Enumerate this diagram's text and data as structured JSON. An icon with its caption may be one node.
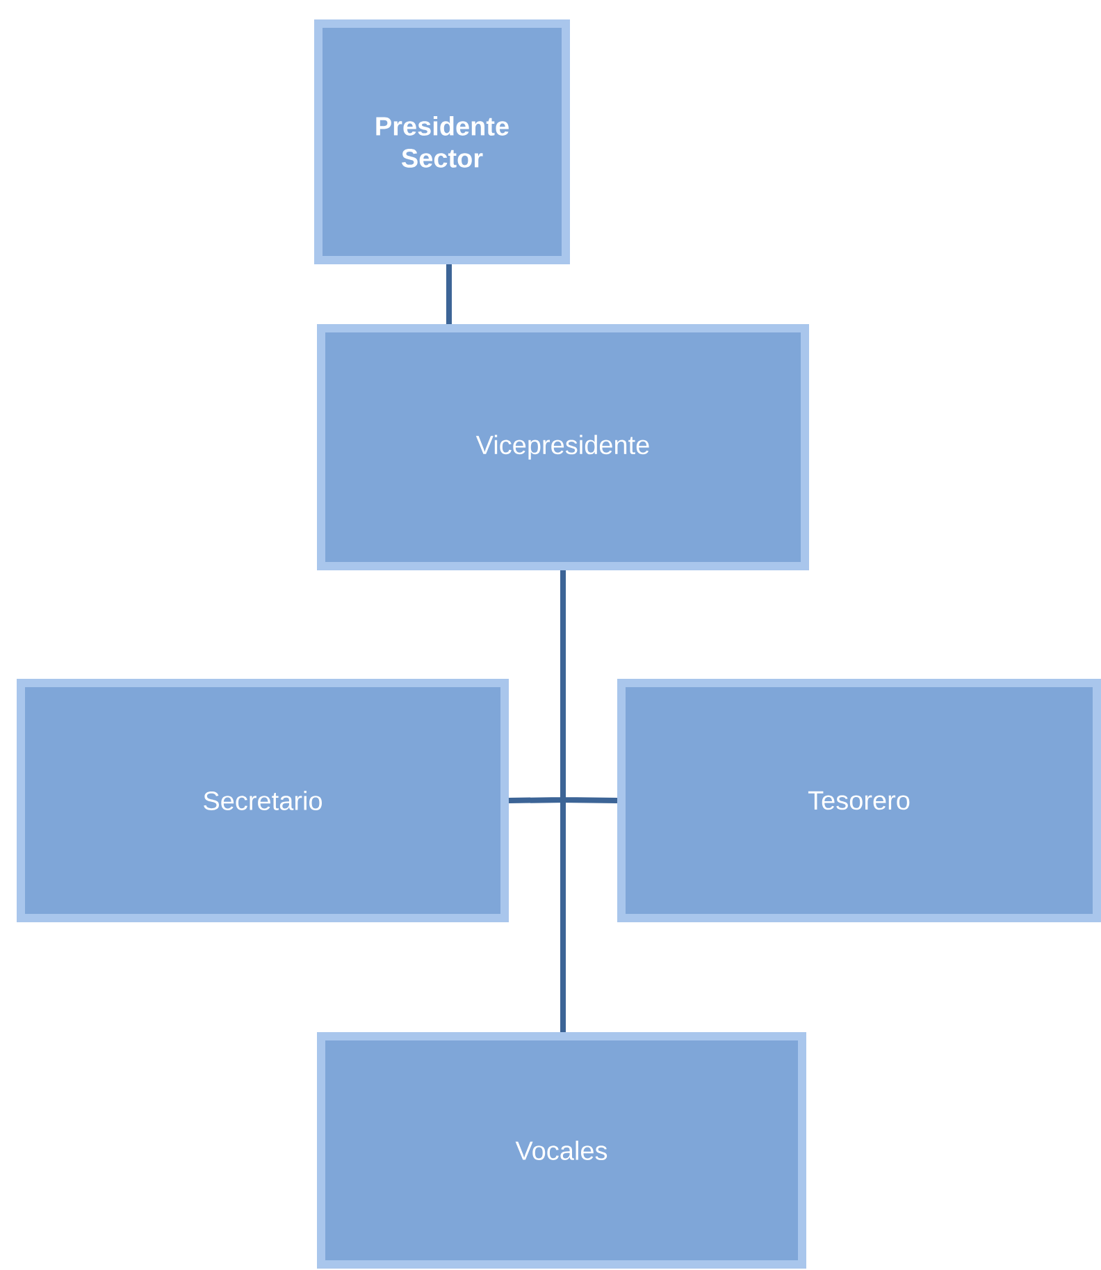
{
  "diagram": {
    "nodes": [
      {
        "text": [
          "Presidente Sector"
        ]
      },
      {
        "text": [
          "Vicepresidente"
        ]
      },
      {
        "text": [
          "Secretario"
        ]
      },
      {
        "text": [
          "Tesorero"
        ]
      },
      {
        "text": [
          "Vocales"
        ]
      }
    ],
    "edges": [
      {
        "from": 0,
        "to": 1,
        "arrow": "none"
      },
      {
        "from": 1,
        "to": 2,
        "arrow": "none"
      },
      {
        "from": 1,
        "to": 3,
        "arrow": "none"
      },
      {
        "from": 1,
        "to": 4,
        "arrow": "none"
      }
    ]
  }
}
